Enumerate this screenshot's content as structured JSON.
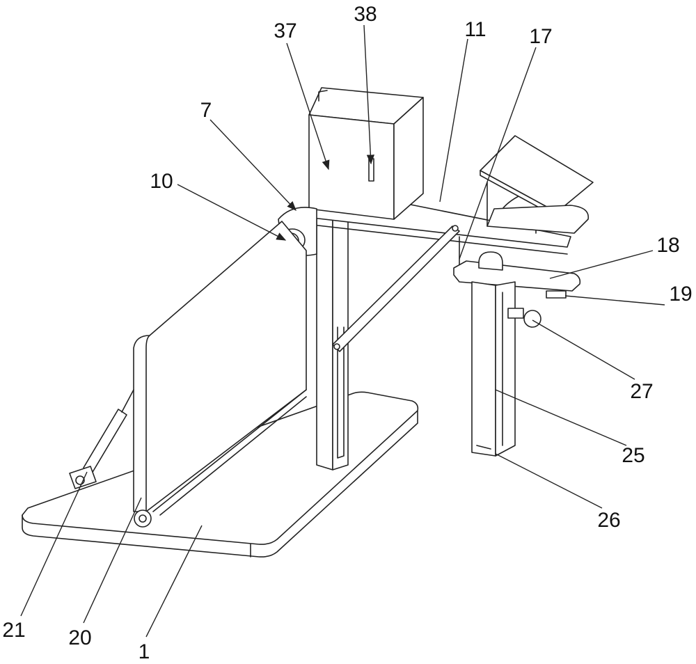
{
  "figure": {
    "labels": {
      "l38": "38",
      "l37": "37",
      "l11": "11",
      "l17": "17",
      "l7": "7",
      "l10": "10",
      "l18": "18",
      "l19": "19",
      "l27": "27",
      "l25": "25",
      "l26": "26",
      "l21": "21",
      "l20": "20",
      "l1": "1"
    }
  }
}
